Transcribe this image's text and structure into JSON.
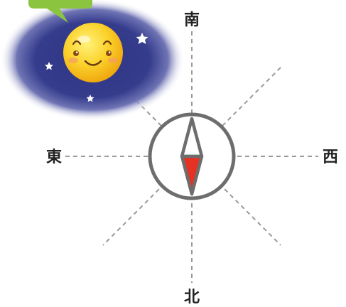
{
  "directions": {
    "top": "南",
    "left": "東",
    "right": "西",
    "bottom": "北"
  },
  "icons": {
    "moon": "smiling-full-moon",
    "compass": "compass-needle",
    "callout": "speech-bubble-tail"
  },
  "colors": {
    "night_sky": "#2e3584",
    "moon": "#f7c21c",
    "callout": "#8bc53f",
    "needle_south": "#e63223",
    "compass_ring": "#6d6d6d",
    "guide_lines": "#9a9a9a"
  }
}
